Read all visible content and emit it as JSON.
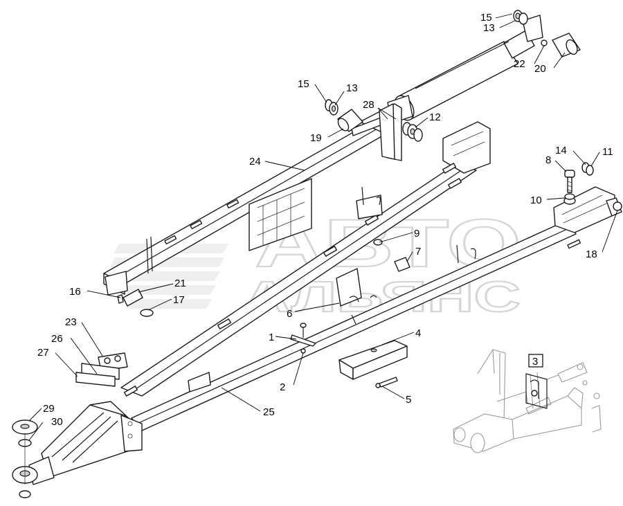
{
  "watermark": {
    "line1": "АВТО",
    "line2": "АЛЬЯНС"
  },
  "callouts": [
    {
      "id": "c15a",
      "text": "15"
    },
    {
      "id": "c13a",
      "text": "13"
    },
    {
      "id": "c22",
      "text": "22"
    },
    {
      "id": "c20",
      "text": "20"
    },
    {
      "id": "c15b",
      "text": "15"
    },
    {
      "id": "c13b",
      "text": "13"
    },
    {
      "id": "c28",
      "text": "28"
    },
    {
      "id": "c12",
      "text": "12"
    },
    {
      "id": "c19",
      "text": "19"
    },
    {
      "id": "c24",
      "text": "24"
    },
    {
      "id": "c8",
      "text": "8"
    },
    {
      "id": "c14",
      "text": "14"
    },
    {
      "id": "c11",
      "text": "11"
    },
    {
      "id": "c10",
      "text": "10"
    },
    {
      "id": "c18",
      "text": "18"
    },
    {
      "id": "c9",
      "text": "9"
    },
    {
      "id": "c7",
      "text": "7"
    },
    {
      "id": "c16",
      "text": "16"
    },
    {
      "id": "c21",
      "text": "21"
    },
    {
      "id": "c17",
      "text": "17"
    },
    {
      "id": "c6",
      "text": "6"
    },
    {
      "id": "c23",
      "text": "23"
    },
    {
      "id": "c1",
      "text": "1"
    },
    {
      "id": "c4",
      "text": "4"
    },
    {
      "id": "c26",
      "text": "26"
    },
    {
      "id": "c27",
      "text": "27"
    },
    {
      "id": "c2",
      "text": "2"
    },
    {
      "id": "c3",
      "text": "3"
    },
    {
      "id": "c5",
      "text": "5"
    },
    {
      "id": "c29",
      "text": "29"
    },
    {
      "id": "c30",
      "text": "30"
    },
    {
      "id": "c25",
      "text": "25"
    }
  ]
}
